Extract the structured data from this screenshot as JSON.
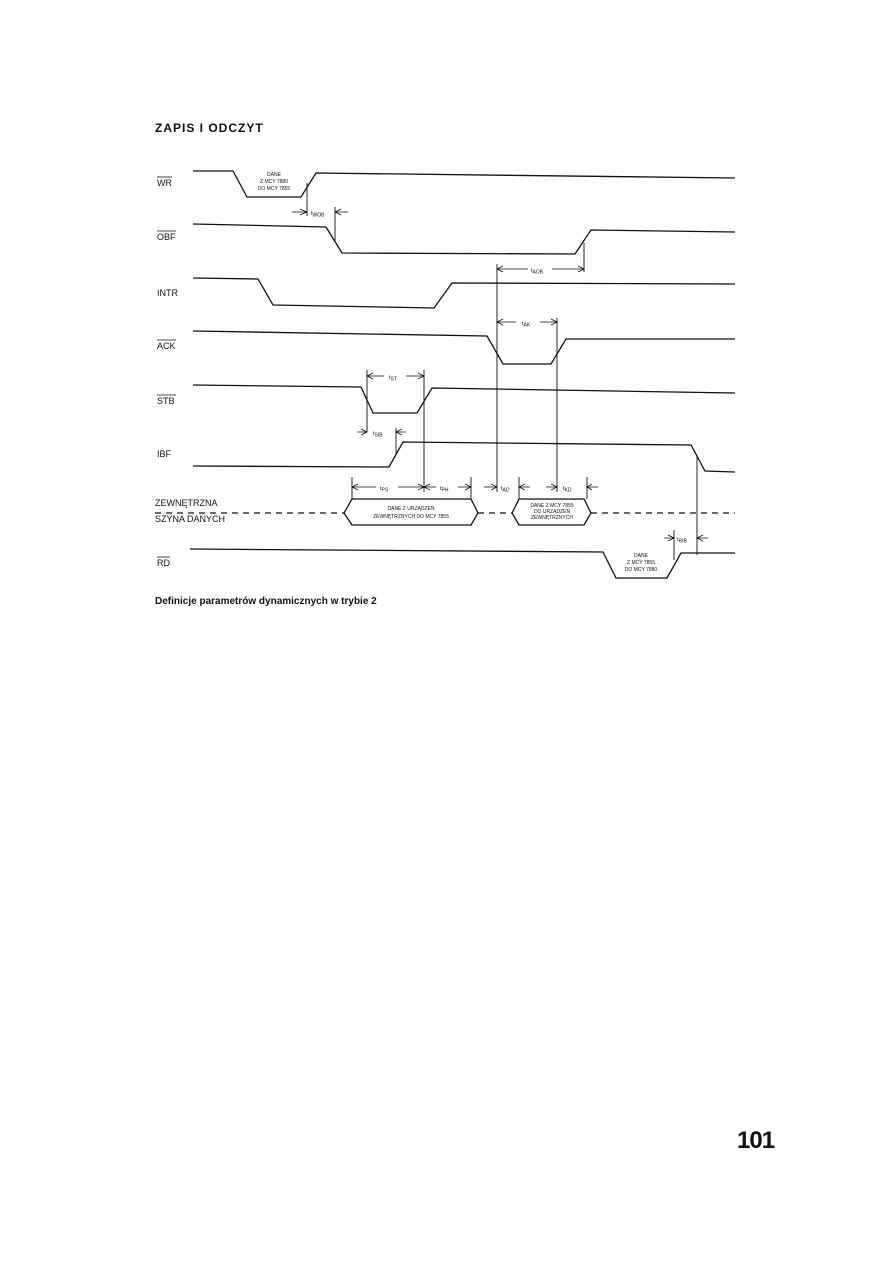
{
  "page": {
    "title": "ZAPIS  I  ODCZYT",
    "caption": "Definicje parametrów dynamicznych w trybie 2",
    "page_number": "101"
  },
  "signals": {
    "wr": "WR",
    "obf": "OBF",
    "intr": "INTR",
    "ack": "ACK",
    "stb": "STB",
    "ibf": "IBF",
    "ext_bus_1": "ZEWNĘTRZNA",
    "ext_bus_2": "SZYNA DANYCH",
    "rd": "RD"
  },
  "timings": {
    "wob": "WOB",
    "aob": "AOB",
    "ak": "AK",
    "st": "ST",
    "sib": "SIB",
    "ps": "PS",
    "ph": "PH",
    "ad": "AD",
    "kd": "KD",
    "rib": "RIB"
  },
  "annotations": {
    "wr_data": [
      "DANE",
      "Z MCY 7880",
      "DO MCY 7855"
    ],
    "bus_data_1": [
      "DANE Z URZĄDZEŃ",
      "ZEWNĘTRZNYCH DO MCY 7855"
    ],
    "bus_data_2": [
      "DANE Z MCY 7855",
      "DO URZĄDZEŃ",
      "ZEWNĘTRZNYCH"
    ],
    "rd_data": [
      "DANE",
      "Z MCY 7855",
      "DO MCY 7880"
    ]
  }
}
